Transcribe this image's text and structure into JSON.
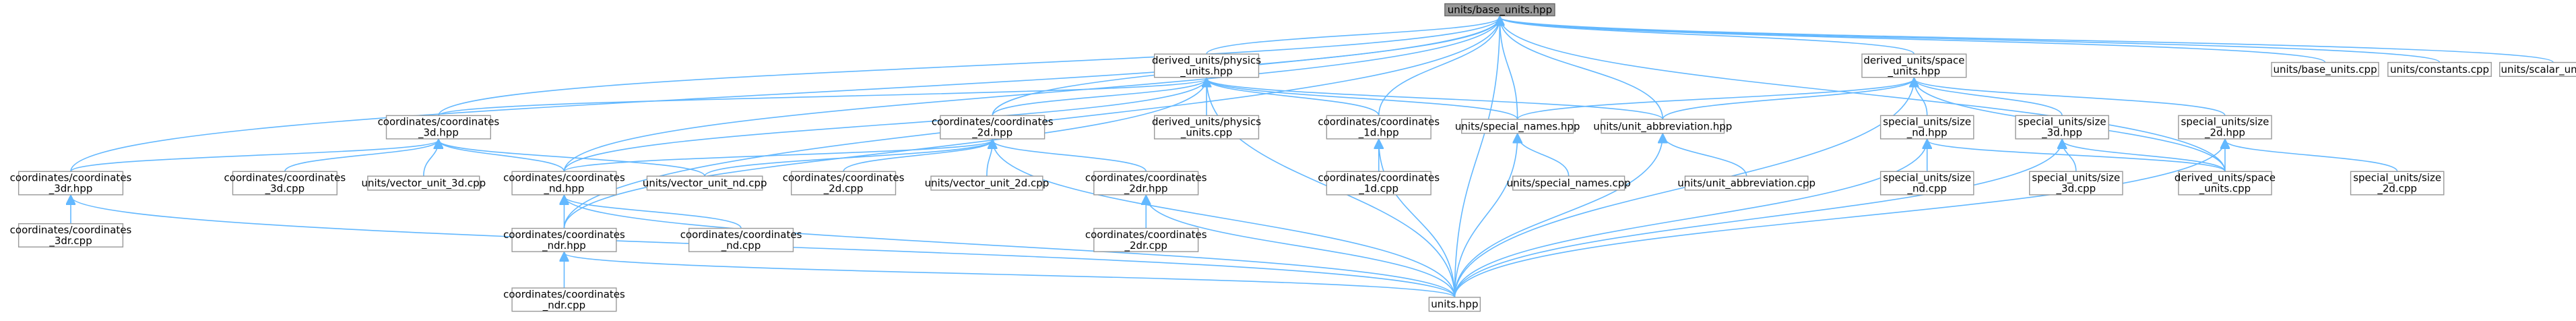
{
  "graph": {
    "colors": {
      "edge": "#63b8ff",
      "root_fill": "#999999",
      "node_border": "#999999"
    },
    "nodes": [
      {
        "id": "base",
        "lines": [
          "units/base_units.hpp"
        ],
        "root": true
      },
      {
        "id": "physics",
        "lines": [
          "derived_units/physics",
          "_units.hpp"
        ]
      },
      {
        "id": "space",
        "lines": [
          "derived_units/space",
          "_units.hpp"
        ]
      },
      {
        "id": "bu_cpp",
        "lines": [
          "units/base_units.cpp"
        ]
      },
      {
        "id": "const_cpp",
        "lines": [
          "units/constants.cpp"
        ]
      },
      {
        "id": "scalar_cpp",
        "lines": [
          "units/scalar_unit.cpp"
        ]
      },
      {
        "id": "c3d_hpp",
        "lines": [
          "coordinates/coordinates",
          "_3d.hpp"
        ]
      },
      {
        "id": "c2d_hpp",
        "lines": [
          "coordinates/coordinates",
          "_2d.hpp"
        ]
      },
      {
        "id": "phys_cpp",
        "lines": [
          "derived_units/physics",
          "_units.cpp"
        ]
      },
      {
        "id": "c1d_hpp",
        "lines": [
          "coordinates/coordinates",
          "_1d.hpp"
        ]
      },
      {
        "id": "special_names",
        "lines": [
          "units/special_names.hpp"
        ]
      },
      {
        "id": "unit_abbr",
        "lines": [
          "units/unit_abbreviation.hpp"
        ]
      },
      {
        "id": "su_nd_hpp",
        "lines": [
          "special_units/size",
          "_nd.hpp"
        ]
      },
      {
        "id": "su_3d_hpp",
        "lines": [
          "special_units/size",
          "_3d.hpp"
        ]
      },
      {
        "id": "su_2d_hpp",
        "lines": [
          "special_units/size",
          "_2d.hpp"
        ]
      },
      {
        "id": "c3dr_hpp",
        "lines": [
          "coordinates/coordinates",
          "_3dr.hpp"
        ]
      },
      {
        "id": "c3d_cpp",
        "lines": [
          "coordinates/coordinates",
          "_3d.cpp"
        ]
      },
      {
        "id": "vec3d_cpp",
        "lines": [
          "units/vector_unit_3d.cpp"
        ]
      },
      {
        "id": "cnd_hpp",
        "lines": [
          "coordinates/coordinates",
          "_nd.hpp"
        ]
      },
      {
        "id": "vecnd_cpp",
        "lines": [
          "units/vector_unit_nd.cpp"
        ]
      },
      {
        "id": "c2d_cpp",
        "lines": [
          "coordinates/coordinates",
          "_2d.cpp"
        ]
      },
      {
        "id": "vec2d_cpp",
        "lines": [
          "units/vector_unit_2d.cpp"
        ]
      },
      {
        "id": "c2dr_hpp",
        "lines": [
          "coordinates/coordinates",
          "_2dr.hpp"
        ]
      },
      {
        "id": "c1d_cpp",
        "lines": [
          "coordinates/coordinates",
          "_1d.cpp"
        ]
      },
      {
        "id": "sn_cpp",
        "lines": [
          "units/special_names.cpp"
        ]
      },
      {
        "id": "ua_cpp",
        "lines": [
          "units/unit_abbreviation.cpp"
        ]
      },
      {
        "id": "su_nd_cpp",
        "lines": [
          "special_units/size",
          "_nd.cpp"
        ]
      },
      {
        "id": "su_3d_cpp",
        "lines": [
          "special_units/size",
          "_3d.cpp"
        ]
      },
      {
        "id": "space_cpp",
        "lines": [
          "derived_units/space",
          "_units.cpp"
        ]
      },
      {
        "id": "su_2d_cpp",
        "lines": [
          "special_units/size",
          "_2d.cpp"
        ]
      },
      {
        "id": "c3dr_cpp",
        "lines": [
          "coordinates/coordinates",
          "_3dr.cpp"
        ]
      },
      {
        "id": "cndr_hpp",
        "lines": [
          "coordinates/coordinates",
          "_ndr.hpp"
        ]
      },
      {
        "id": "cnd_cpp",
        "lines": [
          "coordinates/coordinates",
          "_nd.cpp"
        ]
      },
      {
        "id": "c2dr_cpp",
        "lines": [
          "coordinates/coordinates",
          "_2dr.cpp"
        ]
      },
      {
        "id": "units_hpp",
        "lines": [
          "units.hpp"
        ]
      },
      {
        "id": "cndr_cpp",
        "lines": [
          "coordinates/coordinates",
          "_ndr.cpp"
        ]
      }
    ],
    "edges": [
      [
        "physics",
        "base"
      ],
      [
        "space",
        "base"
      ],
      [
        "bu_cpp",
        "base"
      ],
      [
        "const_cpp",
        "base"
      ],
      [
        "scalar_cpp",
        "base"
      ],
      [
        "c3d_hpp",
        "base"
      ],
      [
        "c2d_hpp",
        "base"
      ],
      [
        "c1d_hpp",
        "base"
      ],
      [
        "special_names",
        "base"
      ],
      [
        "unit_abbr",
        "base"
      ],
      [
        "c3dr_hpp",
        "base"
      ],
      [
        "cnd_hpp",
        "base"
      ],
      [
        "cndr_hpp",
        "base"
      ],
      [
        "space_cpp",
        "base"
      ],
      [
        "units_hpp",
        "base"
      ],
      [
        "c3d_hpp",
        "physics"
      ],
      [
        "c2d_hpp",
        "physics"
      ],
      [
        "phys_cpp",
        "physics"
      ],
      [
        "c1d_hpp",
        "physics"
      ],
      [
        "special_names",
        "physics"
      ],
      [
        "unit_abbr",
        "physics"
      ],
      [
        "cnd_hpp",
        "physics"
      ],
      [
        "cndr_hpp",
        "physics"
      ],
      [
        "units_hpp",
        "physics"
      ],
      [
        "special_names",
        "space"
      ],
      [
        "unit_abbr",
        "space"
      ],
      [
        "su_nd_hpp",
        "space"
      ],
      [
        "su_3d_hpp",
        "space"
      ],
      [
        "su_2d_hpp",
        "space"
      ],
      [
        "space_cpp",
        "space"
      ],
      [
        "units_hpp",
        "space"
      ],
      [
        "c3dr_hpp",
        "c3d_hpp"
      ],
      [
        "c3d_cpp",
        "c3d_hpp"
      ],
      [
        "vec3d_cpp",
        "c3d_hpp"
      ],
      [
        "cnd_hpp",
        "c3d_hpp"
      ],
      [
        "vecnd_cpp",
        "c3d_hpp"
      ],
      [
        "cnd_hpp",
        "c2d_hpp"
      ],
      [
        "vecnd_cpp",
        "c2d_hpp"
      ],
      [
        "c2d_cpp",
        "c2d_hpp"
      ],
      [
        "vec2d_cpp",
        "c2d_hpp"
      ],
      [
        "c2dr_hpp",
        "c2d_hpp"
      ],
      [
        "units_hpp",
        "c2d_hpp"
      ],
      [
        "c1d_cpp",
        "c1d_hpp"
      ],
      [
        "units_hpp",
        "c1d_hpp"
      ],
      [
        "sn_cpp",
        "special_names"
      ],
      [
        "units_hpp",
        "special_names"
      ],
      [
        "ua_cpp",
        "unit_abbr"
      ],
      [
        "units_hpp",
        "unit_abbr"
      ],
      [
        "su_nd_cpp",
        "su_nd_hpp"
      ],
      [
        "units_hpp",
        "su_nd_hpp"
      ],
      [
        "space_cpp",
        "su_nd_hpp"
      ],
      [
        "su_3d_cpp",
        "su_3d_hpp"
      ],
      [
        "space_cpp",
        "su_3d_hpp"
      ],
      [
        "units_hpp",
        "su_3d_hpp"
      ],
      [
        "su_2d_cpp",
        "su_2d_hpp"
      ],
      [
        "space_cpp",
        "su_2d_hpp"
      ],
      [
        "units_hpp",
        "su_2d_hpp"
      ],
      [
        "c3dr_cpp",
        "c3dr_hpp"
      ],
      [
        "units_hpp",
        "c3dr_hpp"
      ],
      [
        "cndr_hpp",
        "cnd_hpp"
      ],
      [
        "cnd_cpp",
        "cnd_hpp"
      ],
      [
        "units_hpp",
        "cnd_hpp"
      ],
      [
        "c2dr_cpp",
        "c2dr_hpp"
      ],
      [
        "units_hpp",
        "c2dr_hpp"
      ],
      [
        "cndr_cpp",
        "cndr_hpp"
      ],
      [
        "units_hpp",
        "cndr_hpp"
      ]
    ]
  }
}
